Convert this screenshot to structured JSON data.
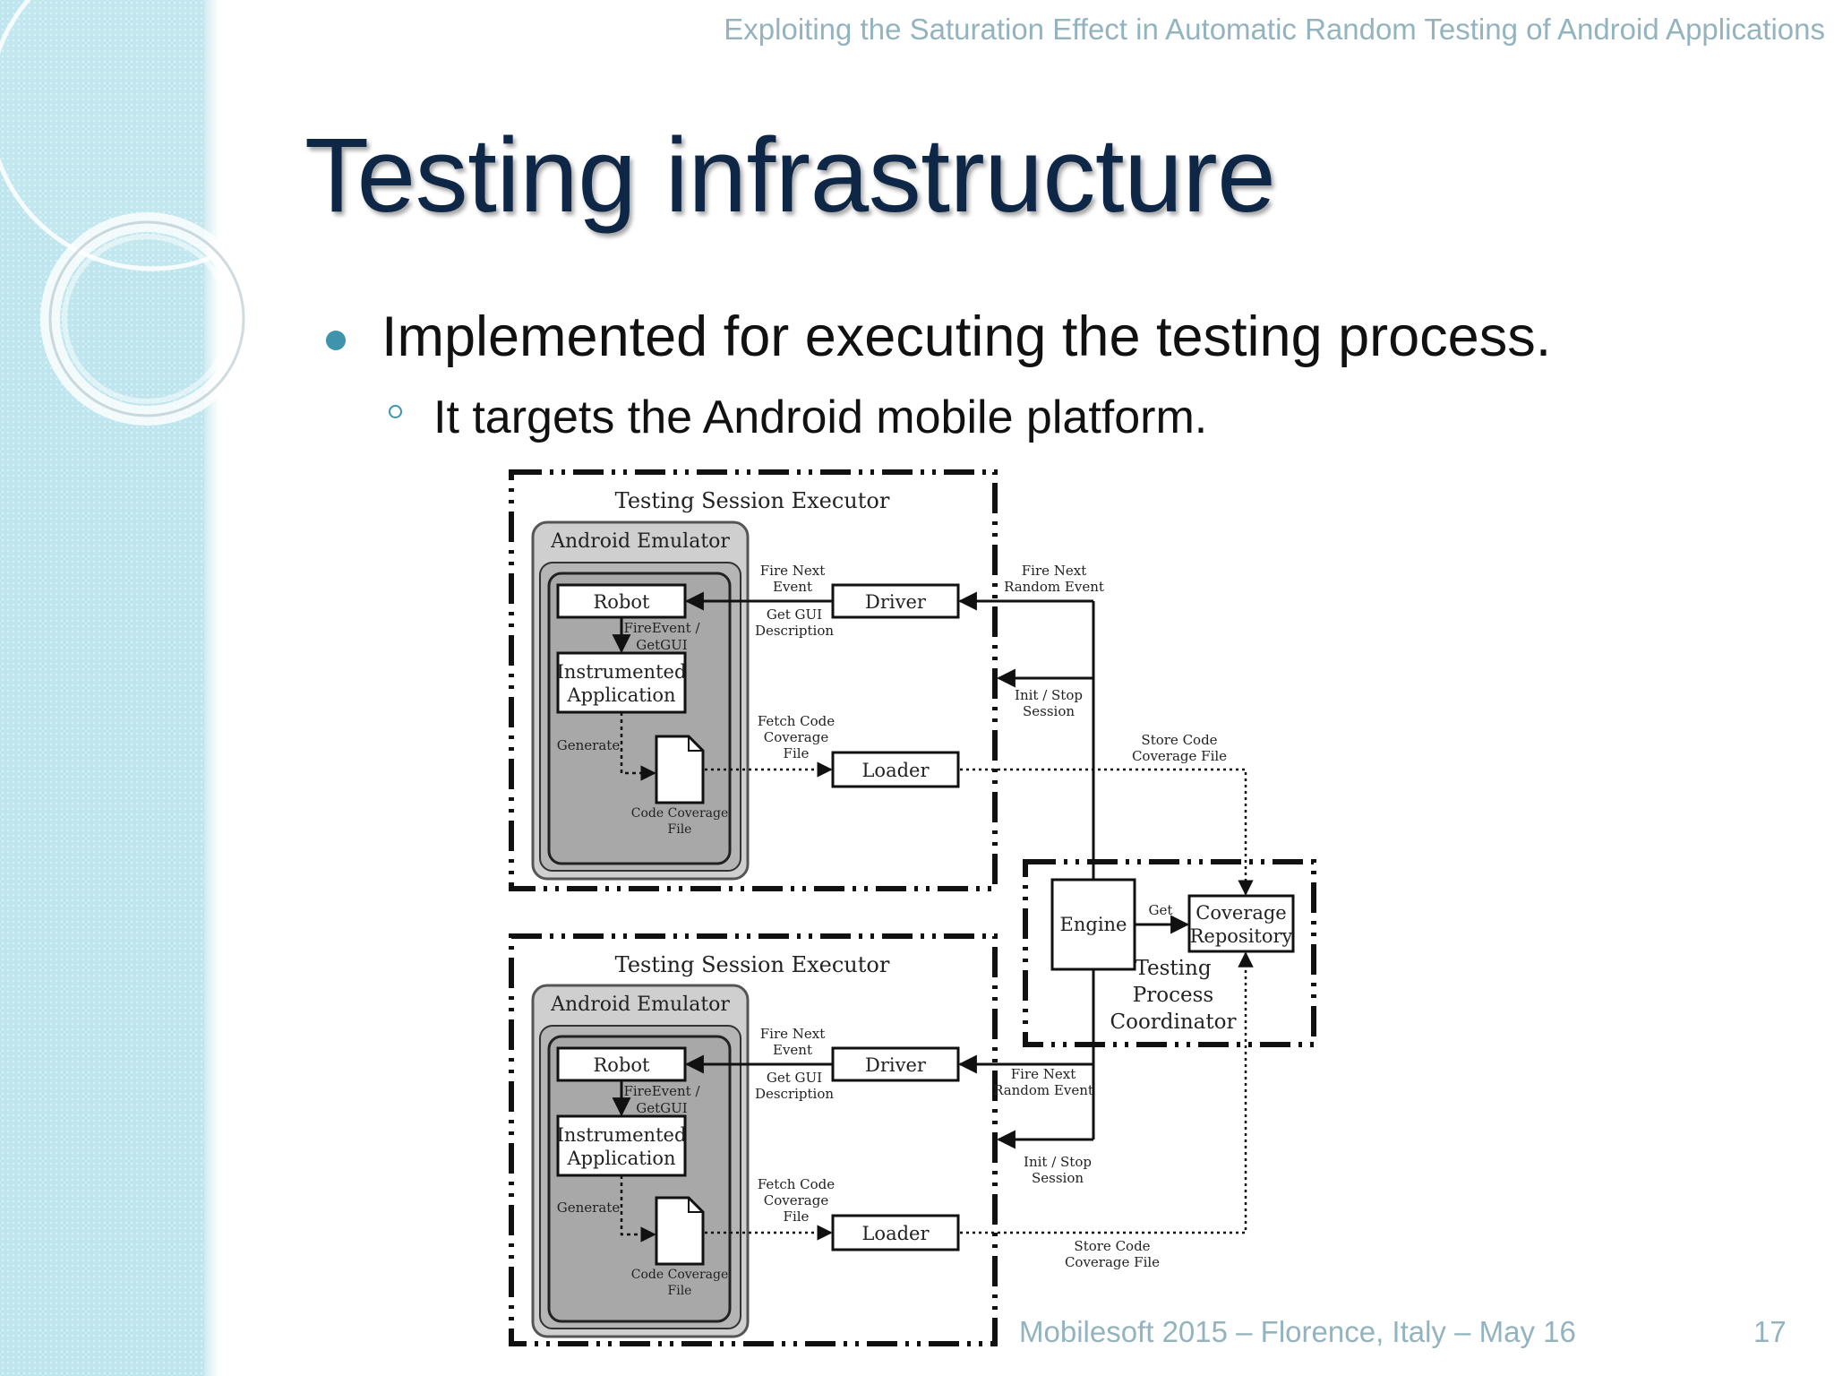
{
  "header": {
    "presentation_title": "Exploiting the Saturation Effect in Automatic Random Testing of Android Applications"
  },
  "slide": {
    "title": "Testing infrastructure",
    "bullet": "Implemented for executing the testing process.",
    "sub_bullet": "It targets the Android mobile platform."
  },
  "diagram": {
    "executors": [
      {
        "title": "Testing Session Executor",
        "emulator": "Android Emulator",
        "robot": "Robot",
        "app_line1": "Instrumented",
        "app_line2": "Application",
        "fire_get_line1": "FireEvent /",
        "fire_get_line2": "GetGUI",
        "generate": "Generate",
        "file_line1": "Code Coverage",
        "file_line2": "File",
        "driver": "Driver",
        "loader": "Loader",
        "fire_next_line1": "Fire Next",
        "fire_next_line2": "Event",
        "get_gui_line1": "Get GUI",
        "get_gui_line2": "Description",
        "fetch_line1": "Fetch Code",
        "fetch_line2": "Coverage",
        "fetch_line3": "File",
        "random_line1": "Fire Next",
        "random_line2": "Random Event",
        "init_line1": "Init / Stop",
        "init_line2": "Session",
        "store_line1": "Store Code",
        "store_line2": "Coverage File"
      },
      {
        "title": "Testing Session Executor",
        "emulator": "Android Emulator",
        "robot": "Robot",
        "app_line1": "Instrumented",
        "app_line2": "Application",
        "fire_get_line1": "FireEvent /",
        "fire_get_line2": "GetGUI",
        "generate": "Generate",
        "file_line1": "Code Coverage",
        "file_line2": "File",
        "driver": "Driver",
        "loader": "Loader",
        "fire_next_line1": "Fire Next",
        "fire_next_line2": "Event",
        "get_gui_line1": "Get GUI",
        "get_gui_line2": "Description",
        "fetch_line1": "Fetch Code",
        "fetch_line2": "Coverage",
        "fetch_line3": "File",
        "random_line1": "Fire Next",
        "random_line2": "Random Event",
        "init_line1": "Init / Stop",
        "init_line2": "Session",
        "store_line1": "Store Code",
        "store_line2": "Coverage File"
      }
    ],
    "coordinator": {
      "engine": "Engine",
      "get": "Get",
      "repo_line1": "Coverage",
      "repo_line2": "Repository",
      "title_line1": "Testing",
      "title_line2": "Process",
      "title_line3": "Coordinator"
    }
  },
  "footer": {
    "text": "Mobilesoft 2015 – Florence, Italy – May 16",
    "page_number": "17"
  }
}
